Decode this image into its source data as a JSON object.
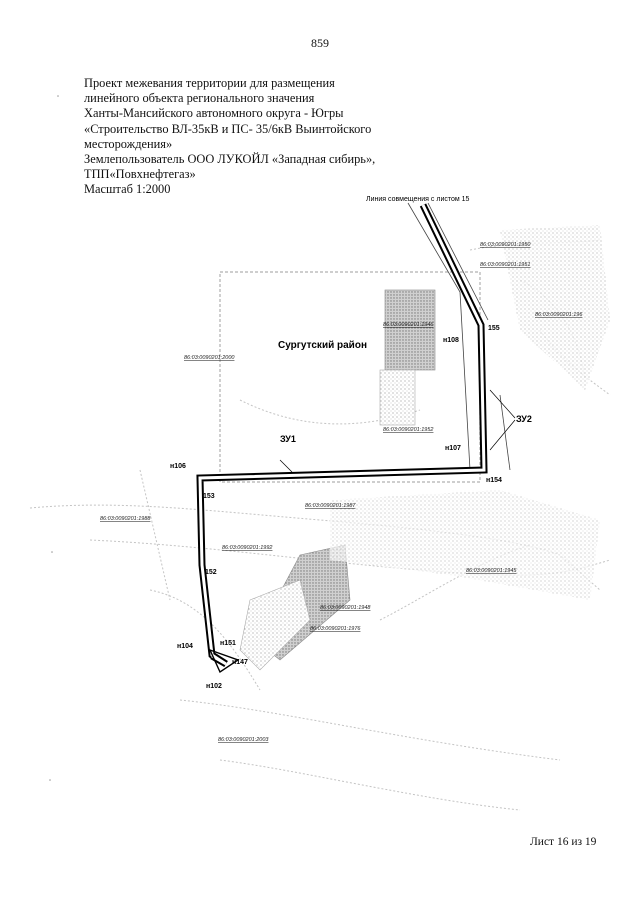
{
  "page_number": "859",
  "header": {
    "lines": [
      "Проект межевания территории для размещения",
      "линейного объекта регионального значения",
      "Ханты-Мансийского автономного округа - Югры",
      "«Строительство ВЛ-35кВ и ПС- 35/6кВ Выинтойского",
      "месторождения»",
      "Землепользователь ООО ЛУКОЙЛ «Западная сибирь»,",
      "ТПП«Повхнефтегаз»",
      "Масштаб 1:2000"
    ]
  },
  "map": {
    "match_line_label": "Линия совмещения с листом 15",
    "district_label": "Сургутский район",
    "zones": [
      "ЗУ1",
      "ЗУ2"
    ],
    "cadastral": [
      "86:03:0090201:1950",
      "86:03:0090201:1951",
      "86:03:0090201:196",
      "86:03:0090201:1946",
      "86:03:0090201:2000",
      "86:03:0090201:1952",
      "86:03:0090201:1987",
      "86:03:0090201:1988",
      "86:03:0090201:1992",
      "86:03:0090201:1945",
      "86:03:0090201:1948",
      "86:03:0090201:1976",
      "86:03:0090201:2003"
    ],
    "points": [
      "н108",
      "155",
      "н107",
      "н154",
      "н106",
      "153",
      "152",
      "н104",
      "н151",
      "н147",
      "н102"
    ]
  },
  "footer": "Лист 16 из 19"
}
